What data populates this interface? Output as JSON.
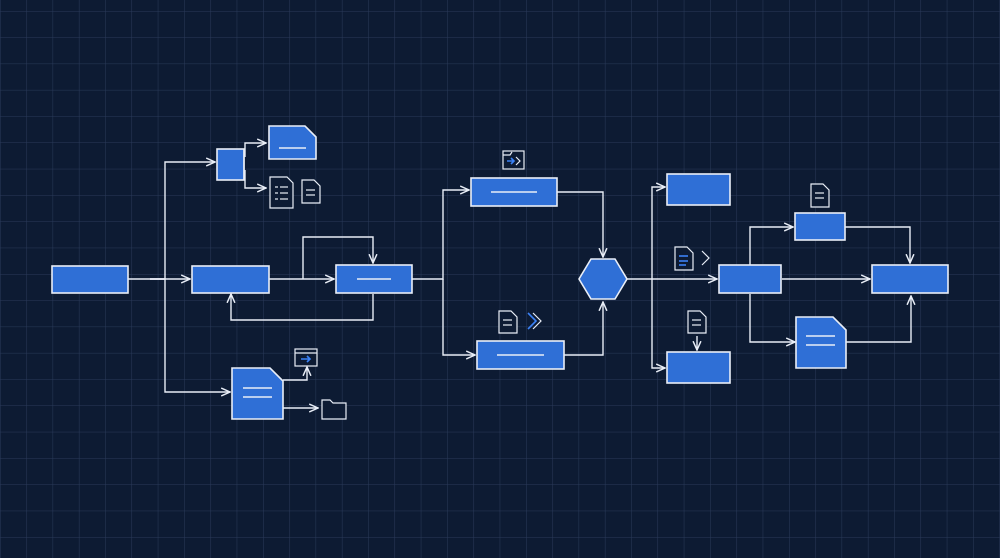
{
  "colors": {
    "background": "#0d1b33",
    "grid": "#2a3a5a",
    "node_fill": "#2f6fd6",
    "stroke": "#e9eef7",
    "accent": "#3b82f6"
  },
  "grid": {
    "visible": true
  },
  "nodes": [
    {
      "id": "start-node",
      "shape": "process",
      "icon": ""
    },
    {
      "id": "branch-split-node",
      "shape": "process",
      "icon": ""
    },
    {
      "id": "loop-process-node",
      "shape": "process",
      "icon": ""
    },
    {
      "id": "upper-doc-node",
      "shape": "document",
      "icon": "document-icon"
    },
    {
      "id": "lower-doc-node",
      "shape": "document",
      "icon": "document-icon"
    },
    {
      "id": "upper-branch-node",
      "shape": "process",
      "icon": ""
    },
    {
      "id": "lower-branch-node",
      "shape": "process",
      "icon": ""
    },
    {
      "id": "hexagon-merge-node",
      "shape": "hexagon",
      "icon": ""
    },
    {
      "id": "right-split-node",
      "shape": "process",
      "icon": ""
    },
    {
      "id": "end-node",
      "shape": "process",
      "icon": ""
    }
  ],
  "icons": [
    "folder-export-icon",
    "document-list-icon",
    "document-text-icon",
    "folder-icon",
    "chevron-right-icon",
    "file-arrow-icon"
  ]
}
